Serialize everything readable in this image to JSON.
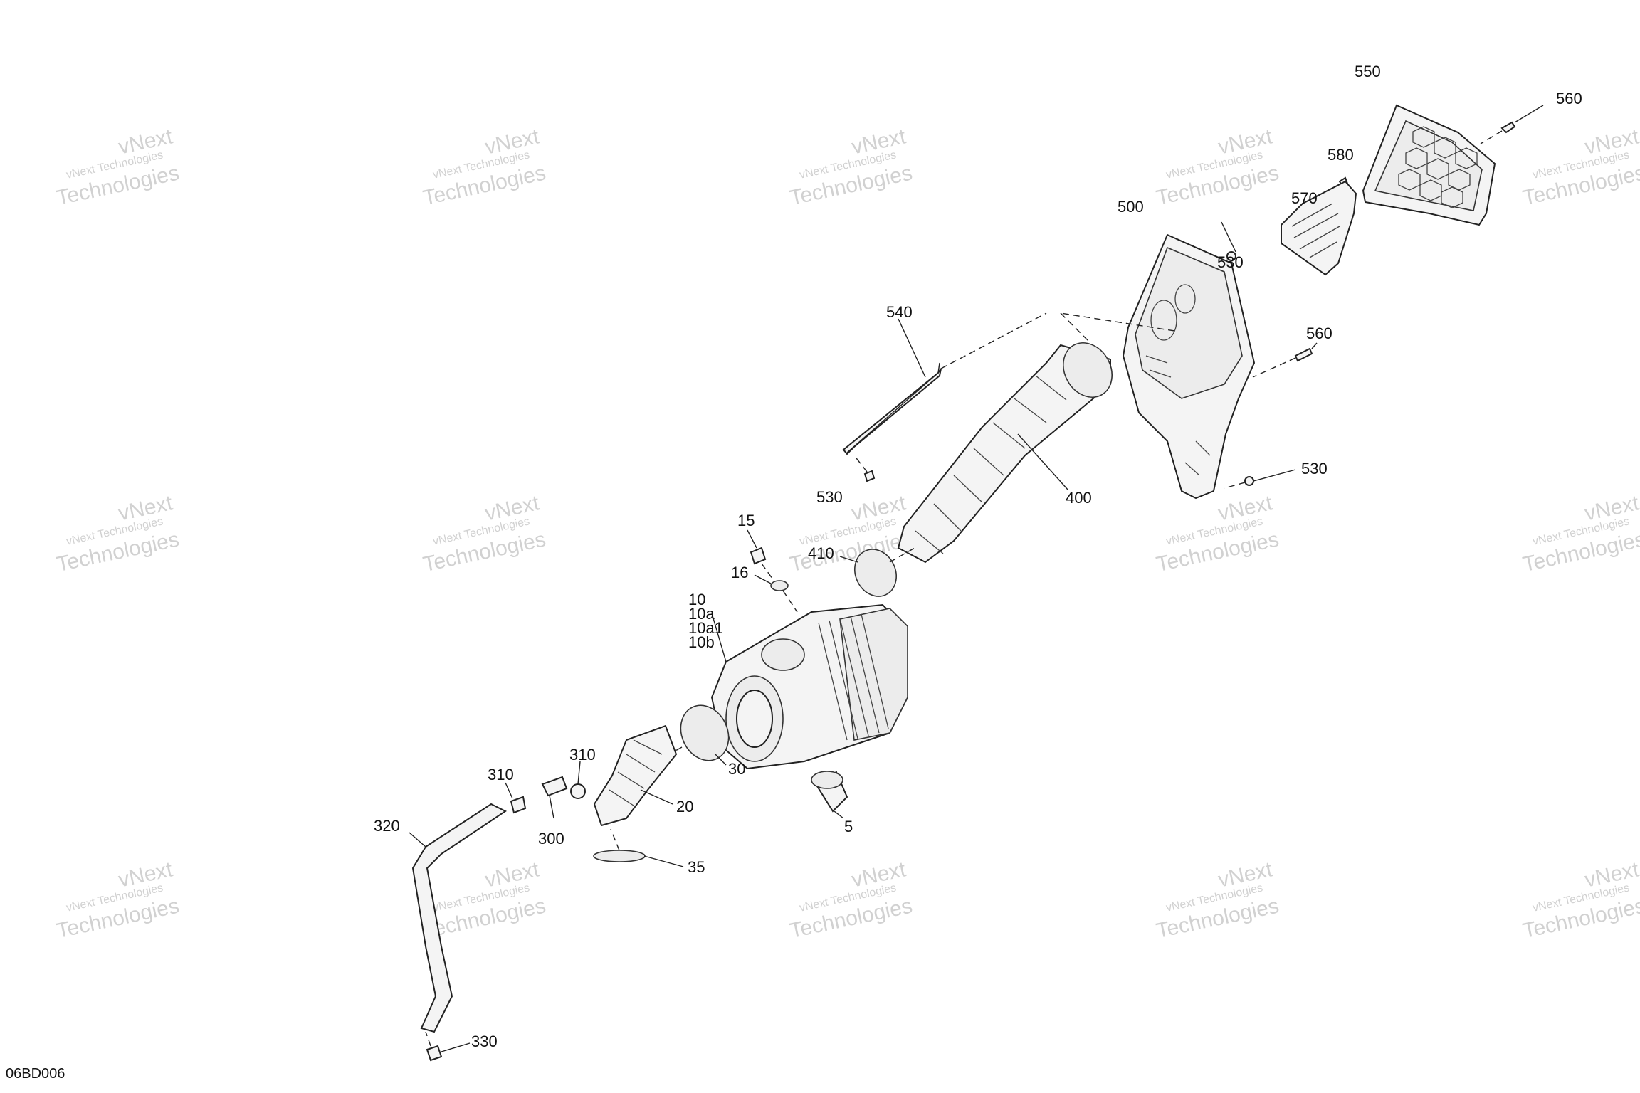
{
  "diagram": {
    "code": "06BD006",
    "watermark": {
      "line1": "vNext Technologies",
      "line2": "vNext",
      "line3": "Technologies"
    },
    "callouts": {
      "c550": "550",
      "c560_top": "560",
      "c580": "580",
      "c570": "570",
      "c500": "500",
      "c530_a": "530",
      "c540": "540",
      "c560_mid": "560",
      "c530_b": "530",
      "c530_c": "530",
      "c400": "400",
      "c15": "15",
      "c410": "410",
      "c16": "16",
      "c10_group": [
        "10",
        "10a",
        "10a1",
        "10b"
      ],
      "c310_a": "310",
      "c310_b": "310",
      "c30": "30",
      "c20": "20",
      "c300": "300",
      "c5": "5",
      "c320": "320",
      "c35": "35",
      "c330": "330"
    }
  }
}
